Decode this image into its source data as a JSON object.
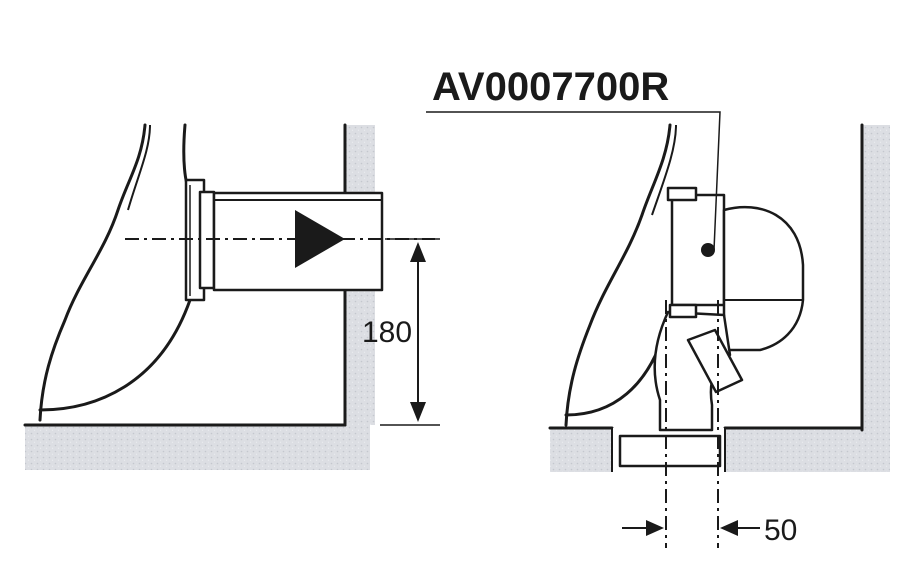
{
  "labels": {
    "part_code": "AV0007700R",
    "height_dimension": "180",
    "offset_dimension": "50"
  },
  "colors": {
    "line": "#1a1a1a",
    "floor_fill": "#d9dbe0",
    "background": "#ffffff"
  }
}
